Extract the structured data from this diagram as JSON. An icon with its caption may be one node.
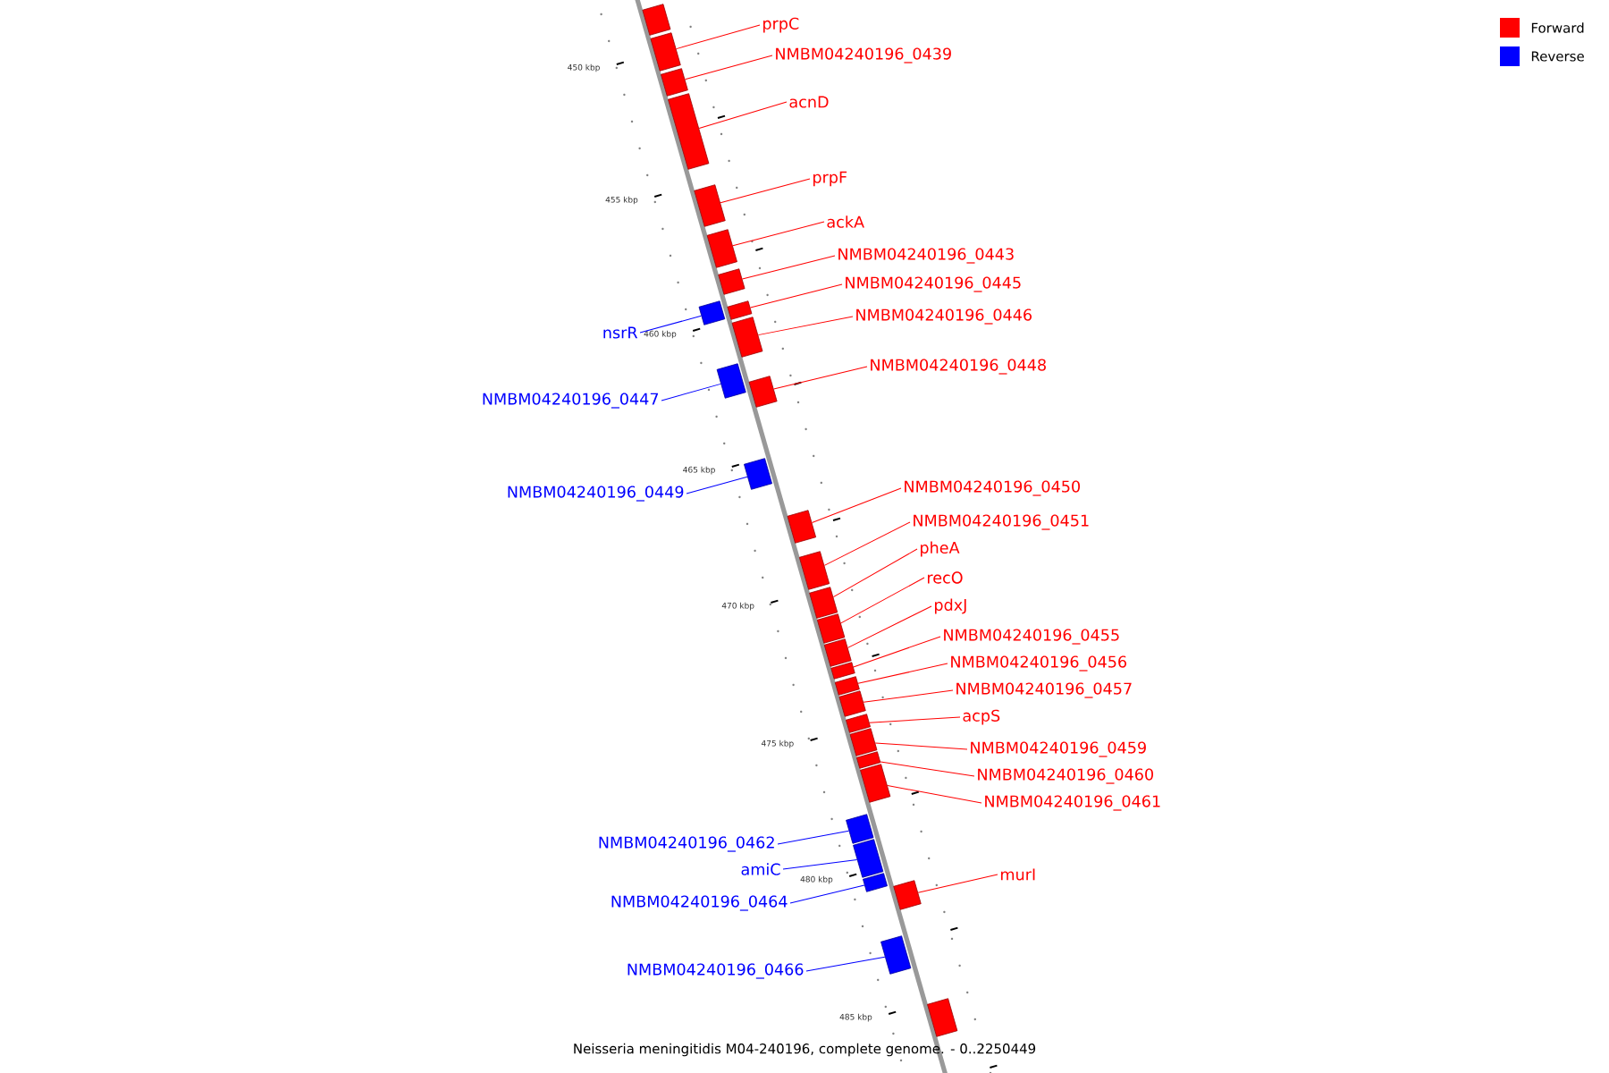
{
  "diagram": {
    "caption": "Neisseria meningitidis M04-240196, complete genome. - 0..2250449",
    "nodes": [
      {
        "text": [],
        "shape": "box"
      },
      {
        "text": [
          "prpC"
        ]
      },
      {
        "text": [],
        "shape": "box"
      },
      {
        "text": [
          "NMBM04240196_0439"
        ]
      },
      {
        "text": [],
        "shape": "box"
      },
      {
        "text": [
          "acnD"
        ]
      },
      {
        "text": [],
        "shape": "box"
      },
      {
        "text": [
          "prpF"
        ]
      },
      {
        "text": [],
        "shape": "box"
      },
      {
        "text": [
          "ackA"
        ]
      },
      {
        "text": [],
        "shape": "box"
      },
      {
        "text": [
          "NMBM04240196_0443"
        ]
      },
      {
        "text": [],
        "shape": "box"
      },
      {
        "text": [
          "nsrR"
        ]
      },
      {
        "text": [],
        "shape": "box"
      },
      {
        "text": [
          "NMBM04240196_0445"
        ]
      },
      {
        "text": [],
        "shape": "box"
      },
      {
        "text": [
          "NMBM04240196_0446"
        ]
      },
      {
        "text": [],
        "shape": "box"
      },
      {
        "text": [
          "NMBM04240196_0447"
        ]
      },
      {
        "text": [],
        "shape": "box"
      },
      {
        "text": [
          "NMBM04240196_0448"
        ]
      },
      {
        "text": [],
        "shape": "box"
      },
      {
        "text": [
          "NMBM04240196_0449"
        ]
      },
      {
        "text": [],
        "shape": "box"
      },
      {
        "text": [
          "NMBM04240196_0450"
        ]
      },
      {
        "text": [],
        "shape": "box"
      },
      {
        "text": [
          "NMBM04240196_0451"
        ]
      },
      {
        "text": [],
        "shape": "box"
      },
      {
        "text": [
          "pheA"
        ]
      },
      {
        "text": [],
        "shape": "box"
      },
      {
        "text": [
          "recO"
        ]
      },
      {
        "text": [],
        "shape": "box"
      },
      {
        "text": [
          "pdxJ"
        ]
      },
      {
        "text": [],
        "shape": "box"
      },
      {
        "text": [
          "NMBM04240196_0455"
        ]
      },
      {
        "text": [],
        "shape": "box"
      },
      {
        "text": [
          "NMBM04240196_0456"
        ]
      },
      {
        "text": [],
        "shape": "box"
      },
      {
        "text": [
          "NMBM04240196_0457"
        ]
      },
      {
        "text": [],
        "shape": "box"
      },
      {
        "text": [
          "acpS"
        ]
      },
      {
        "text": [],
        "shape": "box"
      },
      {
        "text": [
          "NMBM04240196_0459"
        ]
      },
      {
        "text": [],
        "shape": "box"
      },
      {
        "text": [
          "NMBM04240196_0460"
        ]
      },
      {
        "text": [],
        "shape": "box"
      },
      {
        "text": [
          "NMBM04240196_0461"
        ]
      },
      {
        "text": [],
        "shape": "box"
      },
      {
        "text": [
          "NMBM04240196_0462"
        ]
      },
      {
        "text": [],
        "shape": "box"
      },
      {
        "text": [
          "amiC"
        ]
      },
      {
        "text": [],
        "shape": "box"
      },
      {
        "text": [
          "NMBM04240196_0464"
        ]
      },
      {
        "text": [],
        "shape": "box"
      },
      {
        "text": [
          "murI"
        ]
      },
      {
        "text": [],
        "shape": "box"
      },
      {
        "text": [
          "NMBM04240196_0466"
        ]
      },
      {
        "text": [],
        "shape": "box"
      },
      {
        "text": [],
        "shape": "box"
      }
    ],
    "edges": [
      {
        "from": 1,
        "to": 2,
        "arrow": "none"
      },
      {
        "from": 3,
        "to": 4,
        "arrow": "none"
      },
      {
        "from": 5,
        "to": 6,
        "arrow": "none"
      },
      {
        "from": 7,
        "to": 8,
        "arrow": "none"
      },
      {
        "from": 9,
        "to": 10,
        "arrow": "none"
      },
      {
        "from": 11,
        "to": 12,
        "arrow": "none"
      },
      {
        "from": 13,
        "to": 14,
        "arrow": "none",
        "color": "#0000ff"
      },
      {
        "from": 15,
        "to": 16,
        "arrow": "none"
      },
      {
        "from": 17,
        "to": 18,
        "arrow": "none"
      },
      {
        "from": 19,
        "to": 20,
        "arrow": "none",
        "color": "#0000ff"
      },
      {
        "from": 21,
        "to": 22,
        "arrow": "none"
      },
      {
        "from": 23,
        "to": 24,
        "arrow": "none",
        "color": "#0000ff"
      },
      {
        "from": 25,
        "to": 26,
        "arrow": "none"
      },
      {
        "from": 27,
        "to": 28,
        "arrow": "none"
      },
      {
        "from": 29,
        "to": 30,
        "arrow": "none"
      },
      {
        "from": 31,
        "to": 32,
        "arrow": "none"
      },
      {
        "from": 33,
        "to": 34,
        "arrow": "none"
      },
      {
        "from": 35,
        "to": 36,
        "arrow": "none"
      },
      {
        "from": 37,
        "to": 38,
        "arrow": "none"
      },
      {
        "from": 39,
        "to": 40,
        "arrow": "none"
      },
      {
        "from": 41,
        "to": 42,
        "arrow": "none"
      },
      {
        "from": 43,
        "to": 44,
        "arrow": "none"
      },
      {
        "from": 45,
        "to": 46,
        "arrow": "none"
      },
      {
        "from": 47,
        "to": 48,
        "arrow": "none"
      },
      {
        "from": 49,
        "to": 50,
        "arrow": "none",
        "color": "#0000ff"
      },
      {
        "from": 51,
        "to": 52,
        "arrow": "none",
        "color": "#0000ff"
      },
      {
        "from": 53,
        "to": 54,
        "arrow": "none",
        "color": "#0000ff"
      },
      {
        "from": 55,
        "to": 56,
        "arrow": "none"
      },
      {
        "from": 57,
        "to": 58,
        "arrow": "none",
        "color": "#0000ff"
      }
    ],
    "labels": [
      "450 kbp",
      "455 kbp",
      "460 kbp",
      "465 kbp",
      "470 kbp",
      "475 kbp",
      "480 kbp",
      "485 kbp"
    ],
    "legend": [
      {
        "text": "Forward",
        "color": "#ff0000"
      },
      {
        "text": "Reverse",
        "color": "#0000ff"
      }
    ]
  }
}
